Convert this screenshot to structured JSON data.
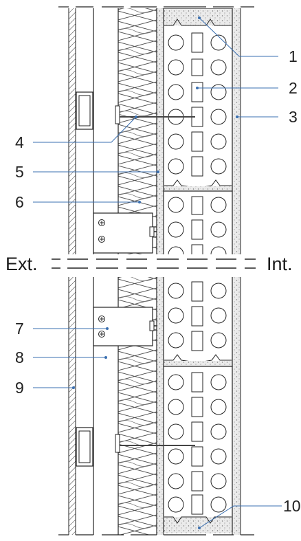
{
  "diagram": {
    "side_labels": {
      "exterior": "Ext.",
      "interior": "Int."
    },
    "callouts": [
      "1",
      "2",
      "3",
      "4",
      "5",
      "6",
      "7",
      "8",
      "9",
      "10"
    ],
    "colors": {
      "line": "#222222",
      "leader": "#3a6fb0",
      "plaster_fill": "#e2e2e2",
      "insulation_stroke": "#555555"
    }
  }
}
